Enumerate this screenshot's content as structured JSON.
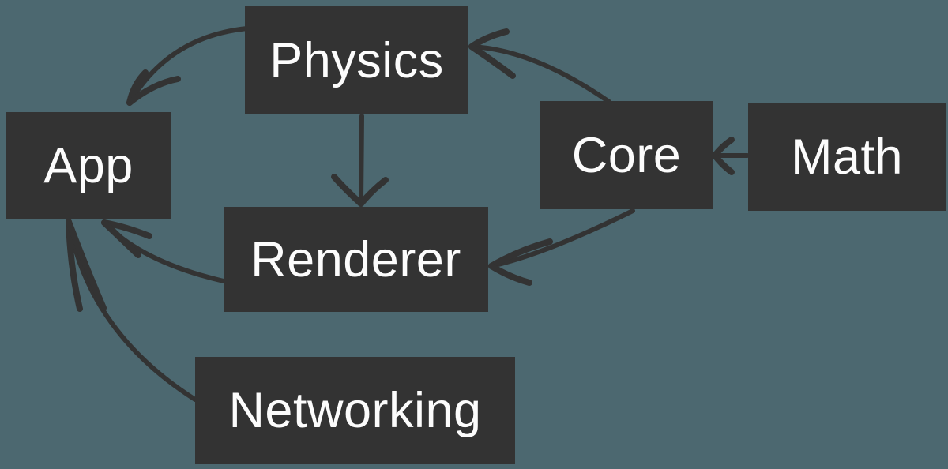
{
  "diagram": {
    "type": "dependency-graph",
    "colors": {
      "background": "#4c6870",
      "node_fill": "#333333",
      "node_text": "#fcfcfc",
      "arrow": "#333333"
    },
    "nodes": [
      {
        "id": "physics",
        "label": "Physics"
      },
      {
        "id": "app",
        "label": "App"
      },
      {
        "id": "core",
        "label": "Core"
      },
      {
        "id": "math",
        "label": "Math"
      },
      {
        "id": "renderer",
        "label": "Renderer"
      },
      {
        "id": "networking",
        "label": "Networking"
      }
    ],
    "edges": [
      {
        "from": "physics",
        "to": "app"
      },
      {
        "from": "core",
        "to": "physics"
      },
      {
        "from": "math",
        "to": "core"
      },
      {
        "from": "physics",
        "to": "renderer"
      },
      {
        "from": "core",
        "to": "renderer"
      },
      {
        "from": "renderer",
        "to": "app"
      },
      {
        "from": "networking",
        "to": "app"
      }
    ]
  }
}
